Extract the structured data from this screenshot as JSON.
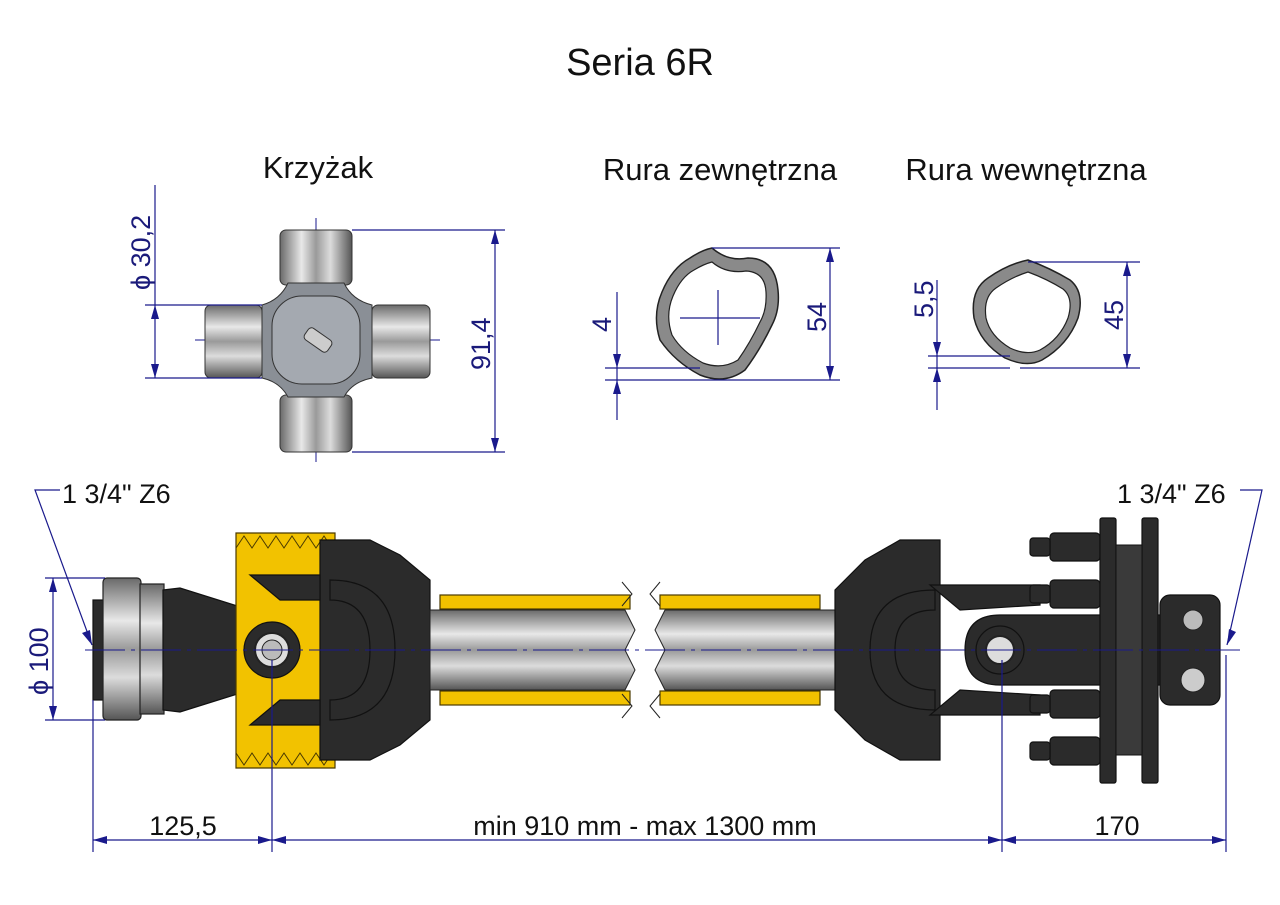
{
  "title": "Seria 6R",
  "sections": {
    "cross": {
      "label": "Krzyżak",
      "dim_diameter": "ϕ 30,2",
      "dim_length": "91,4"
    },
    "outer_tube": {
      "label": "Rura zewnętrzna",
      "dim_wall": "4",
      "dim_size": "54"
    },
    "inner_tube": {
      "label": "Rura wewnętrzna",
      "dim_wall": "5,5",
      "dim_size": "45"
    }
  },
  "shaft": {
    "left_spline": "1 3/4\" Z6",
    "right_spline": "1 3/4\" Z6",
    "dim_diameter": "ϕ 100",
    "dim_left": "125,5",
    "dim_middle": "min 910 mm - max 1300 mm",
    "dim_right": "170"
  },
  "colors": {
    "dimension": "#1a1a8c",
    "guard": "#f2c200",
    "body": "#2b2b2b"
  }
}
